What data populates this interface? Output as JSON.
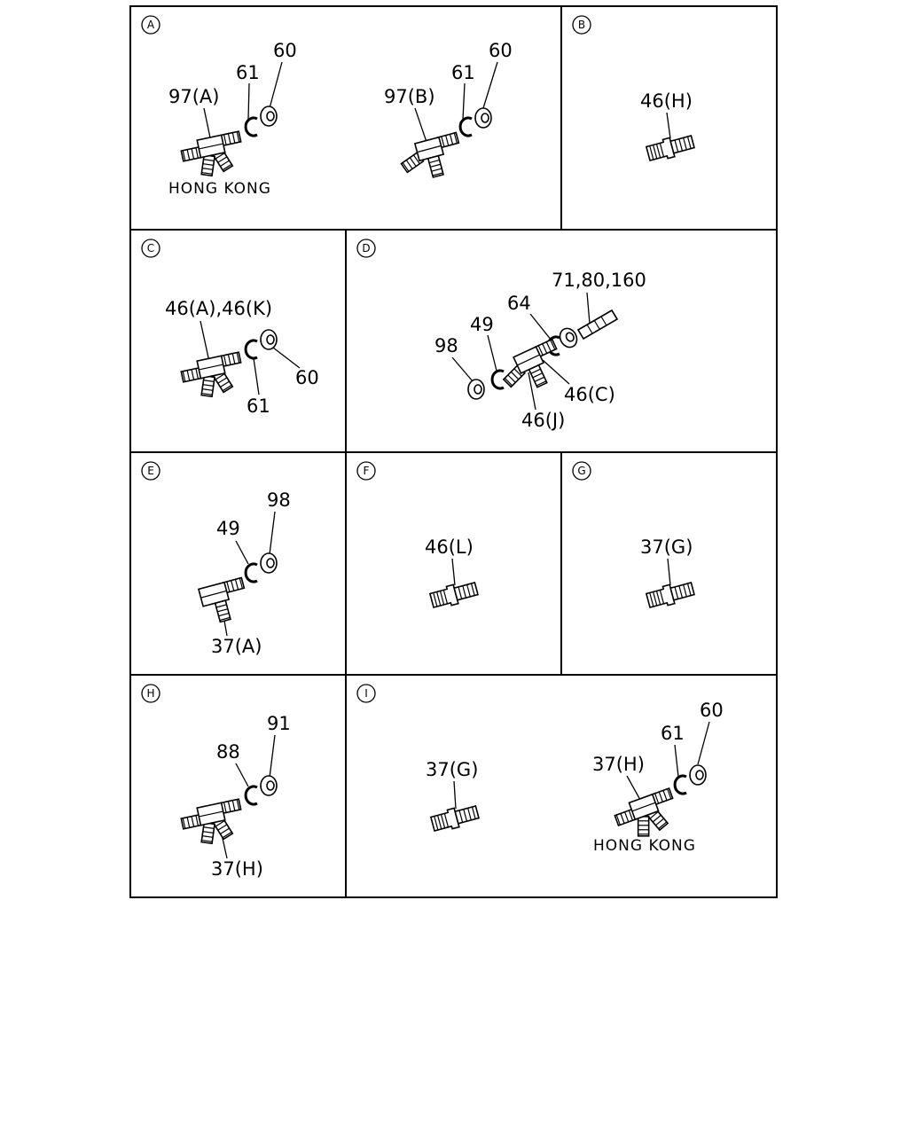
{
  "panels": {
    "A": {
      "letter": "A",
      "l97a": "97(A)",
      "l61a": "61",
      "l60a": "60",
      "l97b": "97(B)",
      "l61b": "61",
      "l60b": "60",
      "note": "HONG KONG"
    },
    "B": {
      "letter": "B",
      "l46h": "46(H)"
    },
    "C": {
      "letter": "C",
      "l46ak": "46(A),46(K)",
      "l61": "61",
      "l60": "60"
    },
    "D": {
      "letter": "D",
      "l71": "71,80,160",
      "l64": "64",
      "l49": "49",
      "l98": "98",
      "l46c": "46(C)",
      "l46j": "46(J)"
    },
    "E": {
      "letter": "E",
      "l98": "98",
      "l49": "49",
      "l37a": "37(A)"
    },
    "F": {
      "letter": "F",
      "l46l": "46(L)"
    },
    "G": {
      "letter": "G",
      "l37g": "37(G)"
    },
    "H": {
      "letter": "H",
      "l91": "91",
      "l88": "88",
      "l37h": "37(H)"
    },
    "I": {
      "letter": "I",
      "l37g": "37(G)",
      "l60": "60",
      "l61": "61",
      "l37h": "37(H)",
      "note": "HONG KONG"
    }
  }
}
